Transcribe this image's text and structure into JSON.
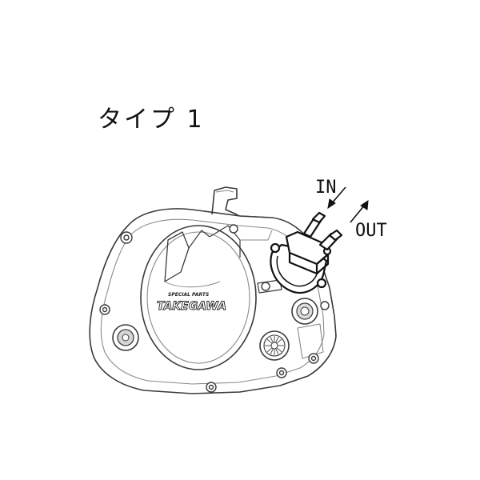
{
  "title": "タイプ 1",
  "labels": {
    "in": "IN",
    "out": "OUT"
  },
  "brand": {
    "line1": "SPECIAL PARTS",
    "line2": "TAKEGAWA"
  },
  "colors": {
    "line": "#3a3a3a",
    "light_line": "#8a8a8a",
    "pump_line": "#111111",
    "background": "#ffffff"
  }
}
